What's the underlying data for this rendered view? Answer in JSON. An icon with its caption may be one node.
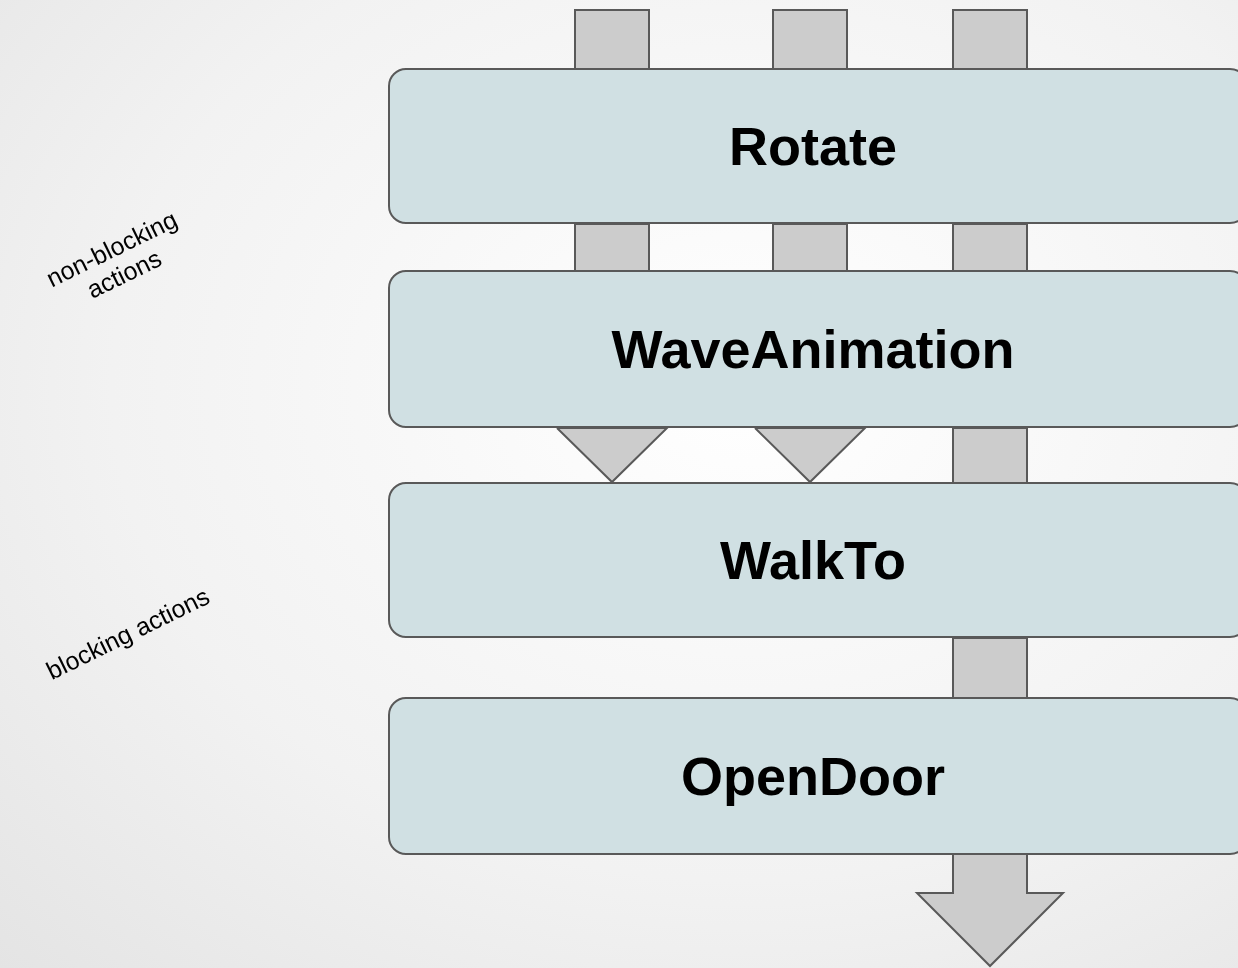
{
  "diagram": {
    "nodes": [
      {
        "text": [
          "Rotate"
        ]
      },
      {
        "text": [
          "WaveAnimation"
        ]
      },
      {
        "text": [
          "WalkTo"
        ]
      },
      {
        "text": [
          "OpenDoor"
        ]
      }
    ],
    "edges": [
      {
        "from": null,
        "to": 0,
        "arrow": "none"
      },
      {
        "from": null,
        "to": 0,
        "arrow": "none"
      },
      {
        "from": null,
        "to": 0,
        "arrow": "none"
      },
      {
        "from": 0,
        "to": 1,
        "arrow": "none"
      },
      {
        "from": 0,
        "to": 1,
        "arrow": "none"
      },
      {
        "from": 0,
        "to": 1,
        "arrow": "none"
      },
      {
        "from": 1,
        "to": 2,
        "arrow": "to"
      },
      {
        "from": 1,
        "to": 2,
        "arrow": "to"
      },
      {
        "from": 1,
        "to": 2,
        "arrow": "none"
      },
      {
        "from": 2,
        "to": 3,
        "arrow": "none"
      },
      {
        "from": 3,
        "to": null,
        "arrow": "to"
      }
    ],
    "labels": [
      "non-blocking actions",
      "blocking actions"
    ]
  }
}
